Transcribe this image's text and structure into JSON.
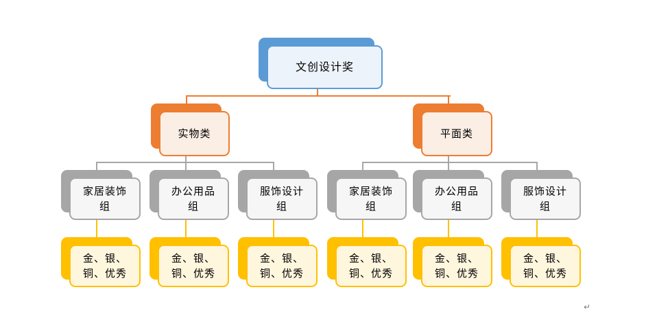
{
  "page": {
    "background": "#FFFFFF",
    "return_mark": "↵"
  },
  "diagram": {
    "type": "hierarchy-org-chart",
    "root": {
      "label": "文创设计奖"
    },
    "branches": [
      {
        "label": "实物类",
        "groups": [
          {
            "label": "家居装饰\n组",
            "awards": "金、银、\n铜、优秀"
          },
          {
            "label": "办公用品\n组",
            "awards": "金、银、\n铜、优秀"
          },
          {
            "label": "服饰设计\n组",
            "awards": "金、银、\n铜、优秀"
          }
        ]
      },
      {
        "label": "平面类",
        "groups": [
          {
            "label": "家居装饰\n组",
            "awards": "金、银、\n铜、优秀"
          },
          {
            "label": "办公用品\n组",
            "awards": "金、银、\n铜、优秀"
          },
          {
            "label": "服饰设计\n组",
            "awards": "金、银、\n铜、优秀"
          }
        ]
      }
    ]
  },
  "theme_colors": {
    "level1_accent": "#5B9BD5",
    "level1_fill": "#EDF3FA",
    "level2_accent": "#ED7D31",
    "level2_fill": "#FBEEE5",
    "level3_accent": "#A6A6A6",
    "level3_fill": "#F6F6F6",
    "level4_accent": "#FFC000",
    "level4_fill": "#FFF6DE",
    "connector_level2": "#ED7D31",
    "connector_level3": "#A6A6A6",
    "connector_level4": "#FFC000",
    "text_color": "#000000",
    "return_mark_color": "#808080"
  }
}
